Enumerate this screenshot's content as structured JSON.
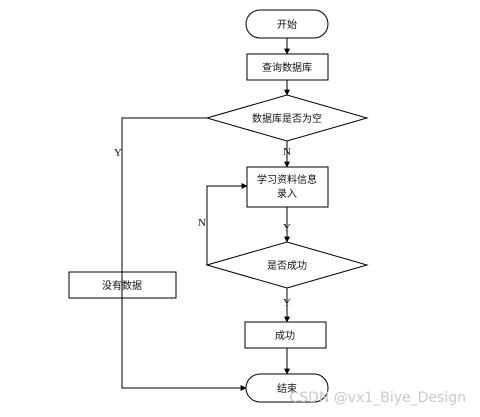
{
  "nodes": {
    "start": "开始",
    "query_db": "查询数据库",
    "db_empty_q": "数据库是否为空",
    "enter_line1": "学习资料信息",
    "enter_line2": "录入",
    "success_q": "是否成功",
    "success": "成功",
    "no_data": "没有数据",
    "end": "结束"
  },
  "edges": {
    "empty_yes": "Y",
    "empty_no": "N",
    "enter_to_check": "Y",
    "check_fail": "N",
    "check_ok": "Y"
  },
  "watermark": "CSDN @vx1_Biye_Design"
}
